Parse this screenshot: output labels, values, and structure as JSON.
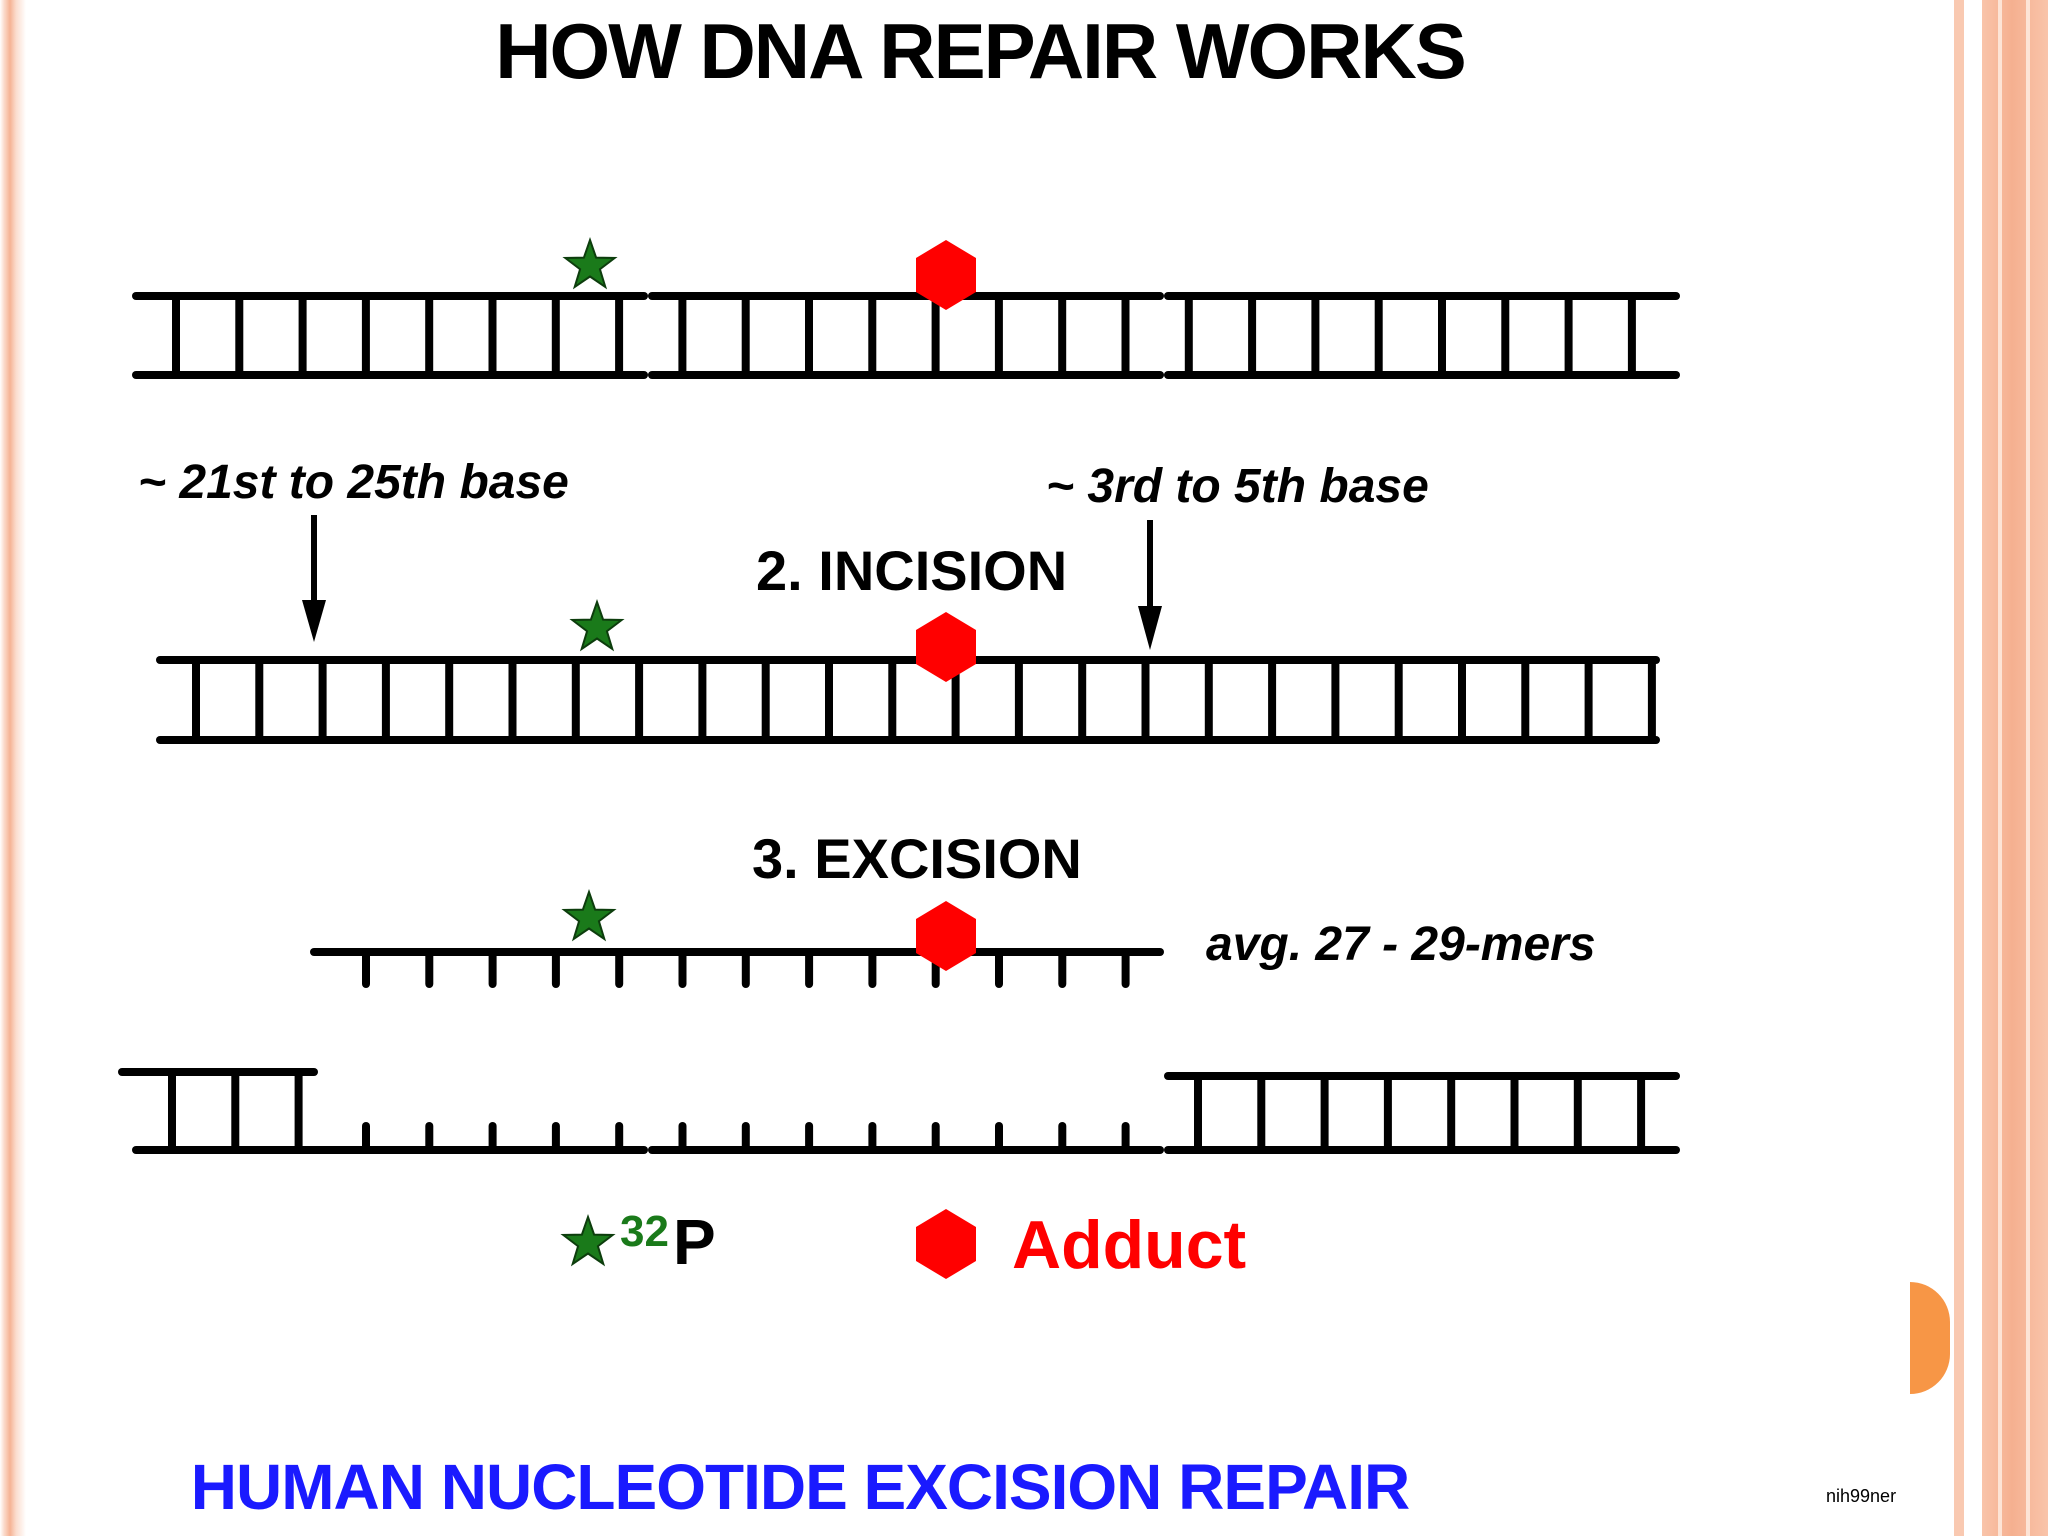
{
  "title": "HOW DNA REPAIR WORKS",
  "bottom_title": "HUMAN NUCLEOTIDE EXCISION REPAIR",
  "credit": "nih99ner",
  "labels": {
    "incision_left": "~ 21st to 25th base",
    "incision_right": "~ 3rd to 5th base",
    "step2": "2.  INCISION",
    "step3": "3.  EXCISION",
    "excised_length": "avg. 27 - 29-mers"
  },
  "legend": {
    "phosphorus_superscript": "32",
    "phosphorus_letter": "P",
    "adduct": "Adduct"
  },
  "colors": {
    "dna": "#000000",
    "label_star": "#1a7a1a",
    "adduct": "#ff0000",
    "bottom_title": "#1a1aff",
    "orange_tab": "#f79646"
  },
  "icons": {
    "label_marker": "star-icon",
    "adduct_marker": "hexagon-icon"
  }
}
